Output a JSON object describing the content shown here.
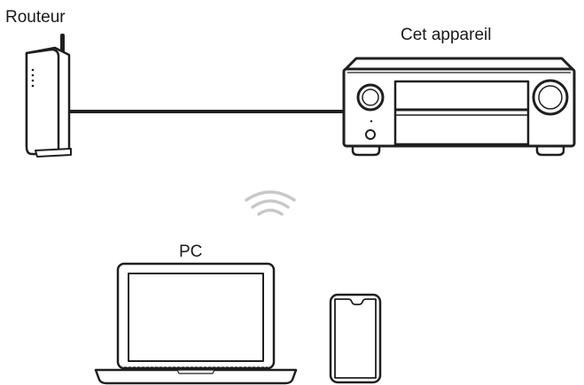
{
  "labels": {
    "router": "Routeur",
    "device": "Cet appareil",
    "pc": "PC"
  },
  "colors": {
    "line": "#1f1f1f",
    "wifi": "#c8c8c8",
    "fill": "#ffffff"
  },
  "icons": {
    "router": "router-icon",
    "receiver": "av-receiver-icon",
    "wifi": "wifi-icon",
    "laptop": "laptop-icon",
    "smartphone": "smartphone-icon"
  }
}
